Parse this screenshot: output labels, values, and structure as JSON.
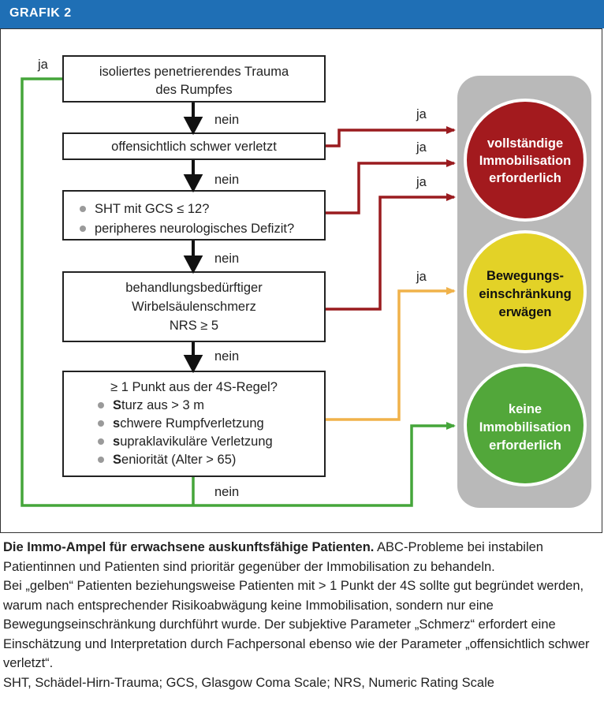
{
  "header": {
    "title": "GRAFIK 2"
  },
  "flow": {
    "box1": {
      "line1": "isoliertes penetrierendes Trauma",
      "line2": "des Rumpfes"
    },
    "box2": {
      "text": "offensichtlich schwer verletzt"
    },
    "box3": {
      "bullet1": "SHT mit GCS ≤ 12?",
      "bullet2": "peripheres neurologisches Defizit?"
    },
    "box4": {
      "line1": "behandlungsbedürftiger",
      "line2": "Wirbelsäulenschmerz",
      "line3": "NRS ≥ 5"
    },
    "box5": {
      "question": "≥ 1 Punkt aus der 4S-Regel?",
      "items": [
        {
          "first": "S",
          "rest": "turz aus > 3 m"
        },
        {
          "first": "s",
          "rest": "chwere Rumpfverletzung"
        },
        {
          "first": "s",
          "rest": "upraklavikuläre Verletzung"
        },
        {
          "first": "S",
          "rest": "eniorität (Alter > 65)"
        }
      ]
    },
    "yes_label": "ja",
    "no_label": "nein"
  },
  "traffic_light": {
    "red": {
      "line1": "vollständige",
      "line2": "Immobilisation",
      "line3": "erforderlich",
      "color": "#a31a1e"
    },
    "yellow": {
      "line1": "Bewegungs-",
      "line2": "einschränkung",
      "line3": "erwägen",
      "color": "#e3d227"
    },
    "green": {
      "line1": "keine",
      "line2": "Immobilisation",
      "line3": "erforderlich",
      "color": "#52a73a"
    }
  },
  "colors": {
    "header": "#1f6fb5",
    "red_arrow": "#9a1b1f",
    "yellow_arrow": "#f0b24a",
    "green_arrow": "#45a53a",
    "panel": "#b9b9b9"
  },
  "caption": {
    "lead": "Die Immo-Ampel für erwachsene auskunftsfähige Patienten.",
    "lead_rest": " ABC-Probleme bei instabilen Patientinnen und Patienten sind prioritär gegenüber der Immobilisation zu behandeln.",
    "p2": "Bei „gelben“ Patienten beziehungsweise Patienten mit > 1 Punkt der 4S sollte gut begründet werden, warum nach entsprechender Risikoabwägung keine Immobilisation, sondern nur eine Bewegungseinschränkung durchführt wurde. Der subjektive Parameter „Schmerz“ erfordert eine Einschätzung und Interpretation durch Fachpersonal ebenso wie der Parameter „offensichtlich schwer verletzt“.",
    "p3": "SHT, Schädel-Hirn-Trauma; GCS, Glasgow Coma Scale; NRS, Numeric Rating Scale"
  }
}
